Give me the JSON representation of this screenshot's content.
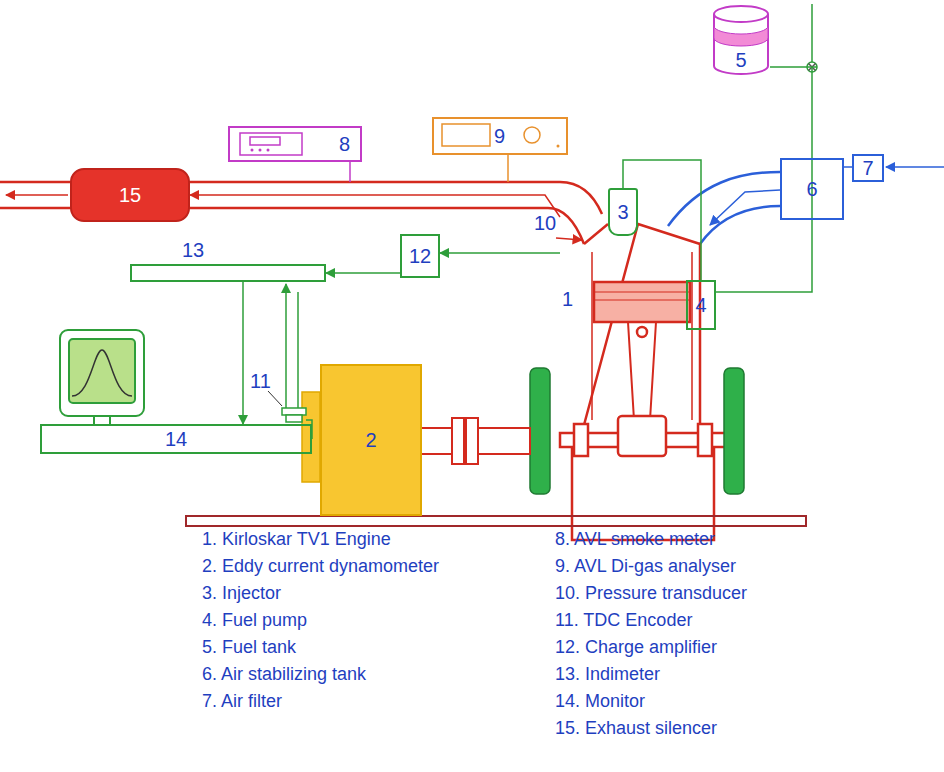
{
  "diagram": {
    "nodes": [
      {
        "text": [
          "5"
        ]
      },
      {
        "text": [
          "8"
        ]
      },
      {
        "text": [
          "9"
        ]
      },
      {
        "text": [
          "15"
        ]
      },
      {
        "text": [
          "6"
        ]
      },
      {
        "text": [
          "7"
        ]
      },
      {
        "text": [
          "3"
        ]
      },
      {
        "text": [
          "13"
        ]
      },
      {
        "text": [
          "12"
        ]
      },
      {
        "text": [
          "1"
        ]
      },
      {
        "text": [
          "4"
        ]
      },
      {
        "text": [
          "14"
        ]
      },
      {
        "text": [
          "2"
        ]
      }
    ],
    "edges": [
      {
        "from": 5,
        "to": 4,
        "arrow": "none"
      },
      {
        "from": 4,
        "to": 9,
        "arrow": "to"
      },
      {
        "from": 9,
        "to": 3,
        "arrow": "to"
      },
      {
        "from": 9,
        "to": 8,
        "arrow": "to"
      },
      {
        "from": 8,
        "to": 7,
        "arrow": "to"
      },
      {
        "from": 0,
        "to": 10,
        "arrow": "none"
      },
      {
        "from": 10,
        "to": 6,
        "arrow": "none"
      },
      {
        "from": 7,
        "to": 11,
        "arrow": "to"
      }
    ],
    "labels": [
      "10",
      "11",
      "1. Kirloskar TV1 Engine",
      "2. Eddy current dynamometer",
      "3. Injector",
      "4. Fuel pump",
      "5. Fuel tank",
      "6. Air stabilizing tank",
      "7. Air filter",
      "8. AVL smoke meter",
      "9. AVL Di-gas analyser",
      "10. Pressure transducer",
      "11. TDC Encoder",
      "12. Charge amplifier",
      "13. Indimeter",
      "14. Monitor",
      "15. Exhaust silencer"
    ]
  }
}
